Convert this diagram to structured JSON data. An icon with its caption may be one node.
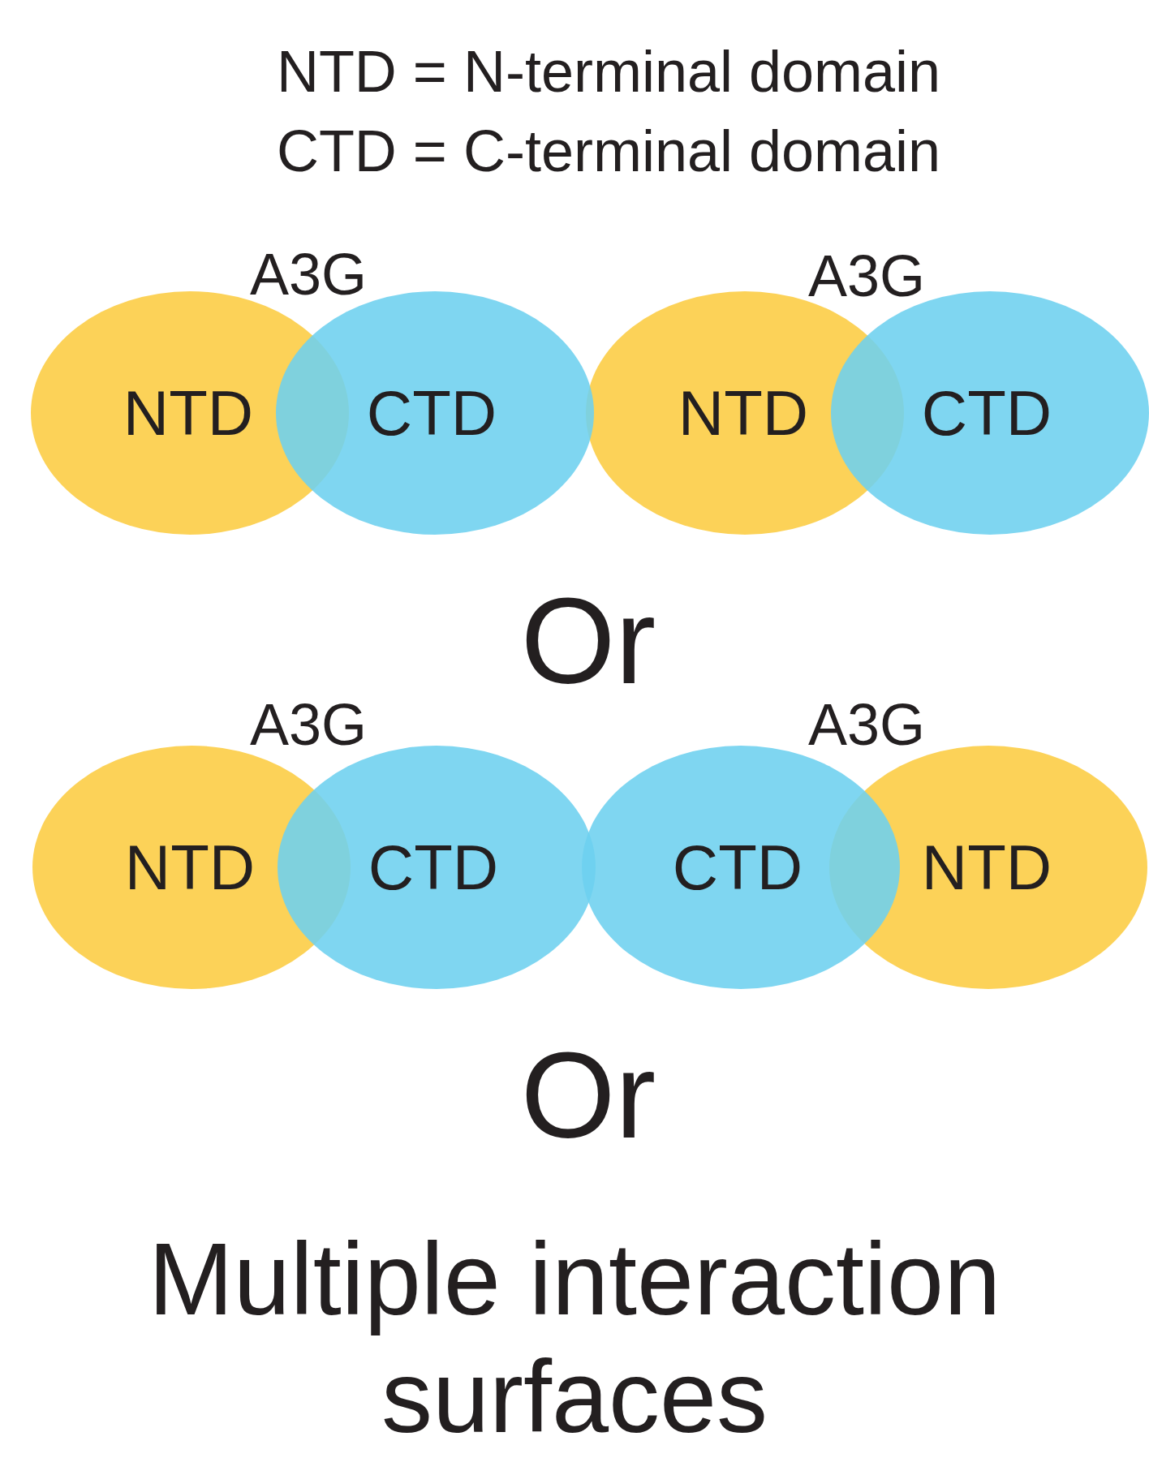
{
  "diagram": {
    "nodes": [
      {
        "text": [
          "NTD"
        ]
      },
      {
        "text": [
          "CTD"
        ]
      },
      {
        "text": [
          "NTD"
        ]
      },
      {
        "text": [
          "CTD"
        ]
      },
      {
        "text": [
          "NTD"
        ]
      },
      {
        "text": [
          "CTD"
        ]
      },
      {
        "text": [
          "CTD"
        ]
      },
      {
        "text": [
          "NTD"
        ]
      }
    ],
    "edges": [],
    "labels": [
      "NTD = N-terminal domain",
      "CTD = C-terminal domain",
      "A3G",
      "A3G",
      "Or",
      "A3G",
      "A3G",
      "Or",
      "Multiple interaction surfaces"
    ]
  }
}
